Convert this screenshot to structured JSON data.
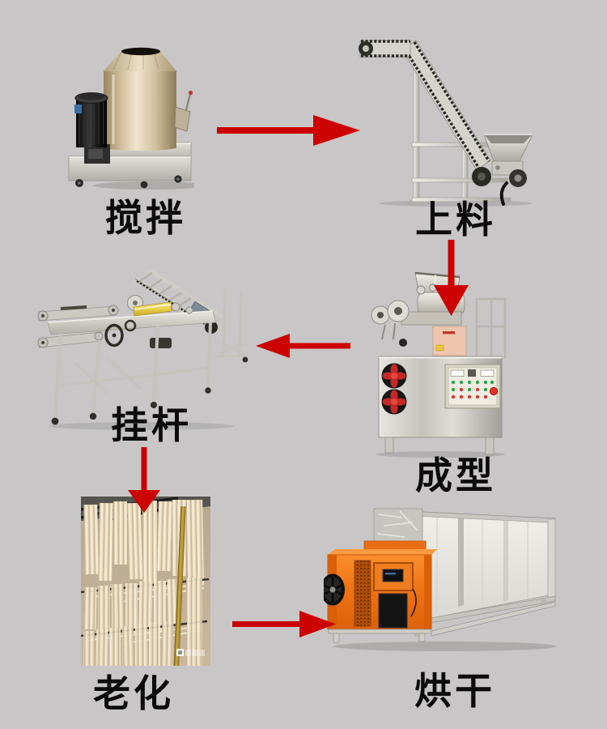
{
  "page": {
    "type": "production-process-flow-diagram",
    "background": "#c8c6c7",
    "arrow_color": "#cc0202",
    "label_color": "#0b0b0b"
  },
  "steps": [
    {
      "id": "mixing",
      "label": "搅拌",
      "machine": "stainless-flour-mixer"
    },
    {
      "id": "loading",
      "label": "上料",
      "machine": "inclined-chain-conveyor-with-hopper"
    },
    {
      "id": "forming",
      "label": "成型",
      "machine": "noodle-forming-extruder-with-control-panel"
    },
    {
      "id": "hanging",
      "label": "挂杆",
      "machine": "rod-hanging-conveyor-frame"
    },
    {
      "id": "aging",
      "label": "老化",
      "machine": "noodles-hanging-on-racks-photo"
    },
    {
      "id": "drying",
      "label": "烘干",
      "machine": "orange-heat-pump-box-dryer"
    }
  ],
  "arrows": [
    {
      "from": "mixing",
      "to": "loading",
      "direction": "right"
    },
    {
      "from": "loading",
      "to": "forming",
      "direction": "down"
    },
    {
      "from": "forming",
      "to": "hanging",
      "direction": "left"
    },
    {
      "from": "hanging",
      "to": "aging",
      "direction": "down"
    },
    {
      "from": "aging",
      "to": "drying",
      "direction": "right"
    }
  ],
  "palette": {
    "steel_light": "#e6e3dd",
    "steel_mid": "#c9c6c0",
    "steel_edge": "#9b9892",
    "champagne": "#d9c9ad",
    "fan_red": "#c62828",
    "roller_yellow": "#ecd455",
    "dryer_orange": "#f07314",
    "noodle_cream": "#eee2c8",
    "gold_pole": "#c9a63d"
  }
}
